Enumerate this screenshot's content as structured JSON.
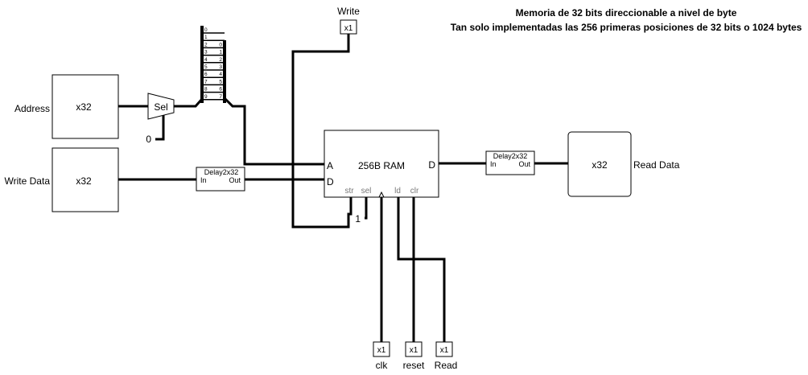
{
  "title": {
    "line1": "Memoria de 32 bits direccionable a nivel de byte",
    "line2": "Tan solo implementadas las 256 primeras posiciones de 32 bits o 1024 bytes"
  },
  "inputs": {
    "address": {
      "label": "Address",
      "width": "x32"
    },
    "write_data": {
      "label": "Write Data",
      "width": "x32"
    }
  },
  "output": {
    "label": "Read Data",
    "width": "x32"
  },
  "mux": {
    "label": "Sel",
    "const": "0"
  },
  "splitter": {
    "left": [
      "0",
      "1",
      "2",
      "3",
      "4",
      "5",
      "6",
      "7",
      "8",
      "9"
    ],
    "right": [
      "0",
      "1",
      "2",
      "3",
      "4",
      "5",
      "6",
      "7"
    ]
  },
  "delay_in": {
    "title": "Delay2x32",
    "in": "In",
    "out": "Out"
  },
  "delay_out": {
    "title": "Delay2x32",
    "in": "In",
    "out": "Out"
  },
  "ram": {
    "label": "256B RAM",
    "port_a": "A",
    "port_d_in": "D",
    "port_d_out": "D",
    "str": "str",
    "sel": "sel",
    "ld": "ld",
    "clr": "clr",
    "sel_const": "1"
  },
  "pins": {
    "write": {
      "label": "Write",
      "width": "x1"
    },
    "clk": {
      "label": "clk",
      "width": "x1"
    },
    "reset": {
      "label": "reset",
      "width": "x1"
    },
    "read": {
      "label": "Read",
      "width": "x1"
    }
  }
}
